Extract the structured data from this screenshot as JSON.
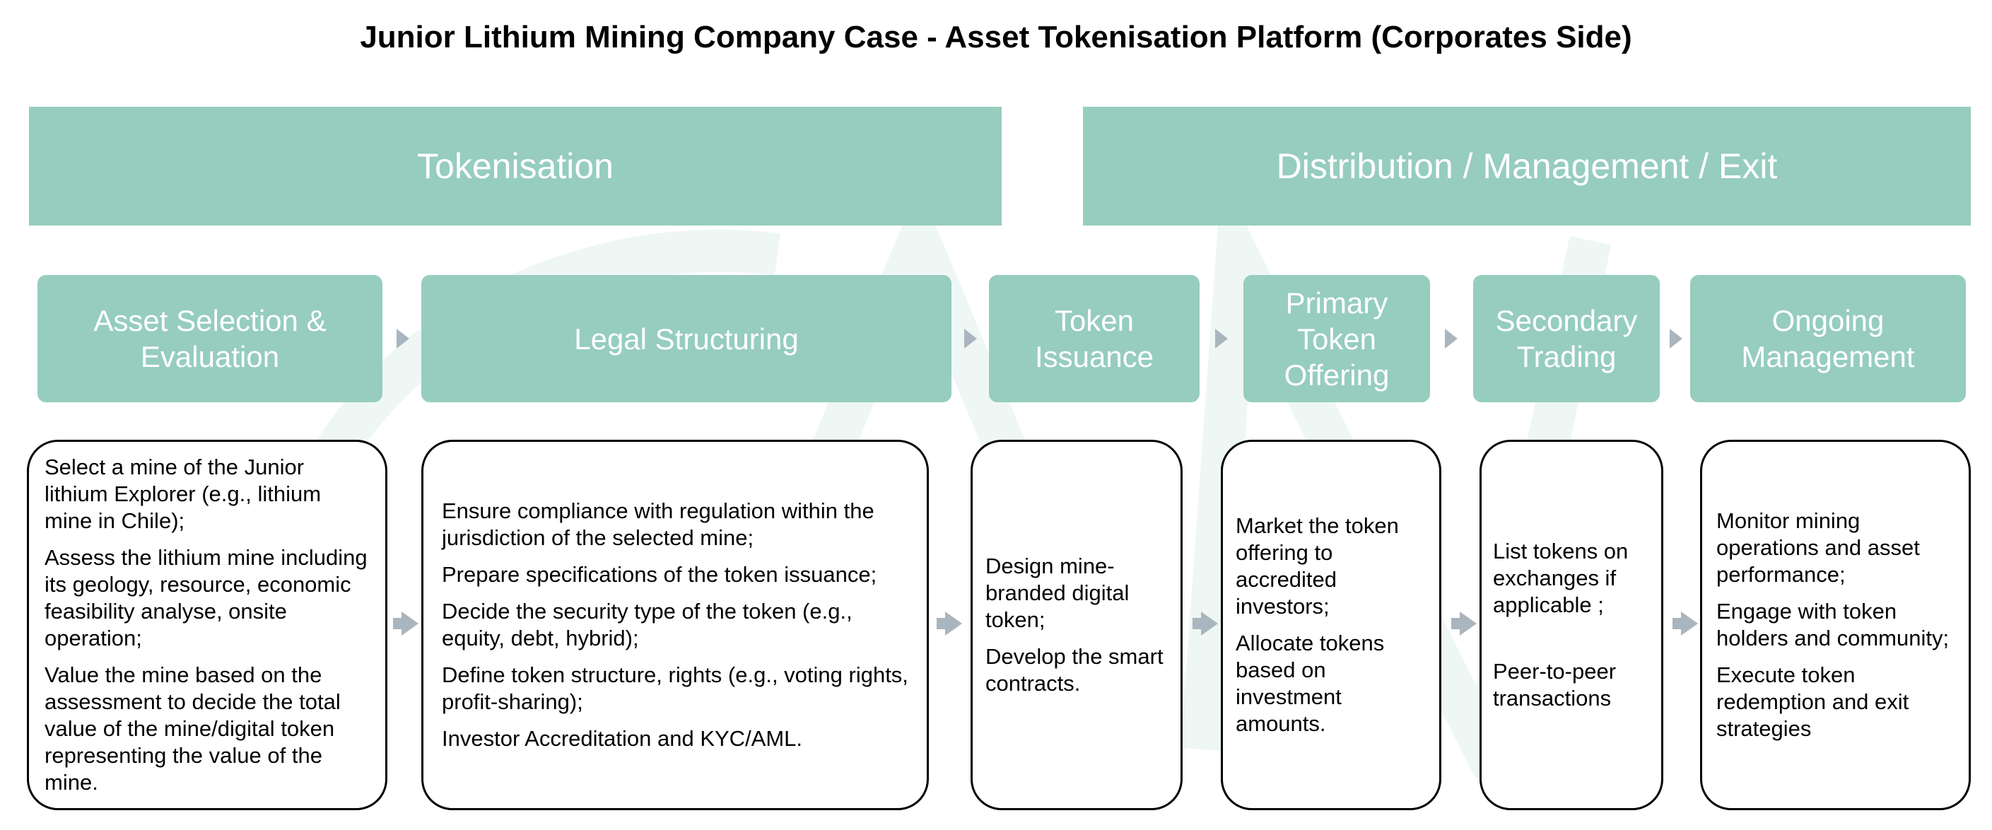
{
  "title": "Junior Lithium Mining Company Case - Asset Tokenisation Platform (Corporates Side)",
  "phases": [
    {
      "label": "Tokenisation"
    },
    {
      "label": "Distribution / Management / Exit"
    }
  ],
  "stages": [
    {
      "label": "Asset Selection & Evaluation"
    },
    {
      "label": "Legal Structuring"
    },
    {
      "label": "Token Issuance"
    },
    {
      "label": "Primary Token Offering"
    },
    {
      "label": "Secondary Trading"
    },
    {
      "label": "Ongoing Management"
    }
  ],
  "details": [
    {
      "items": [
        "Select a mine of the Junior lithium Explorer (e.g., lithium mine in Chile);",
        "Assess the lithium mine including its geology, resource, economic feasibility analyse, onsite operation;",
        "Value the mine based on the assessment to decide the total value of the mine/digital token representing the value of the mine."
      ]
    },
    {
      "items": [
        "Ensure compliance with regulation within the  jurisdiction of the selected mine;",
        "Prepare specifications of the token issuance;",
        "Decide the security type of the token (e.g., equity, debt, hybrid);",
        "Define token structure, rights (e.g., voting rights, profit-sharing);",
        "Investor Accreditation and KYC/AML."
      ]
    },
    {
      "items": [
        "Design mine-branded digital token;",
        "Develop the smart contracts."
      ]
    },
    {
      "items": [
        "Market the token offering to accredited investors;",
        "Allocate tokens based on investment amounts."
      ]
    },
    {
      "items": [
        "List tokens on exchanges if applicable ;",
        "Peer-to-peer transactions"
      ]
    },
    {
      "items": [
        "Monitor mining operations and asset performance;",
        "Engage with token holders and community;",
        "Execute token redemption and exit strategies"
      ]
    }
  ],
  "colors": {
    "accent": "#96cdbe",
    "arrow": "#a9b5bf",
    "watermark": "#eef7f4"
  }
}
